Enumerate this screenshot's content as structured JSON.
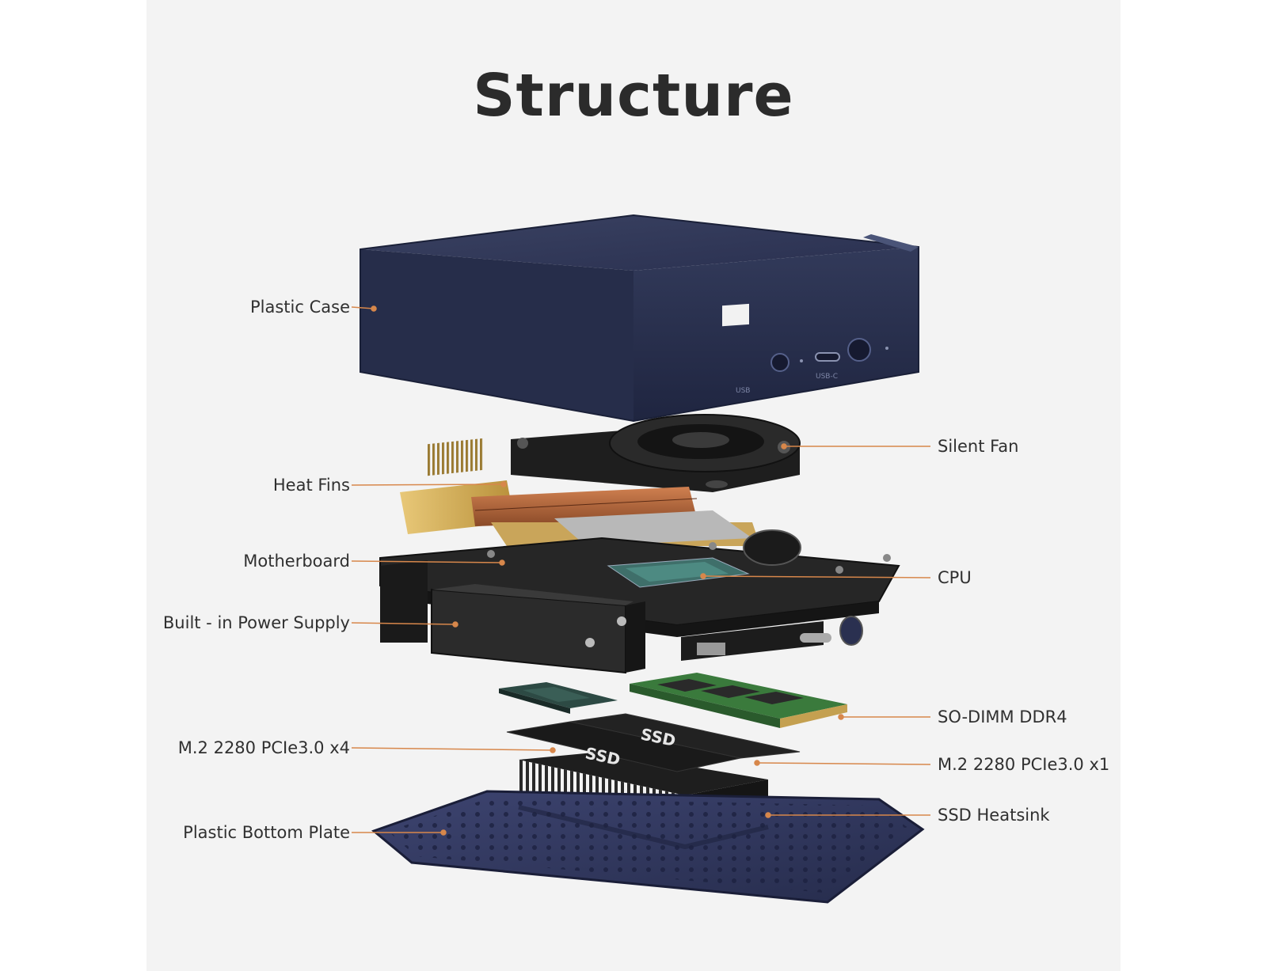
{
  "title": "Structure",
  "case_ports": {
    "usb": "USB",
    "usb_c": "USB-C"
  },
  "ssd_text": "SSD",
  "accent_color": "#d7874b",
  "case_color": "#2f3652",
  "labels": {
    "plastic_case": "Plastic Case",
    "heat_fins": "Heat Fins",
    "motherboard": "Motherboard",
    "power_supply": "Built - in Power Supply",
    "m2_x4": "M.2 2280 PCIe3.0 x4",
    "bottom_plate": "Plastic Bottom Plate",
    "silent_fan": "Silent Fan",
    "cpu": "CPU",
    "so_dimm": "SO-DIMM DDR4",
    "m2_x1": "M.2 2280 PCIe3.0 x1",
    "ssd_heatsink": "SSD Heatsink"
  }
}
